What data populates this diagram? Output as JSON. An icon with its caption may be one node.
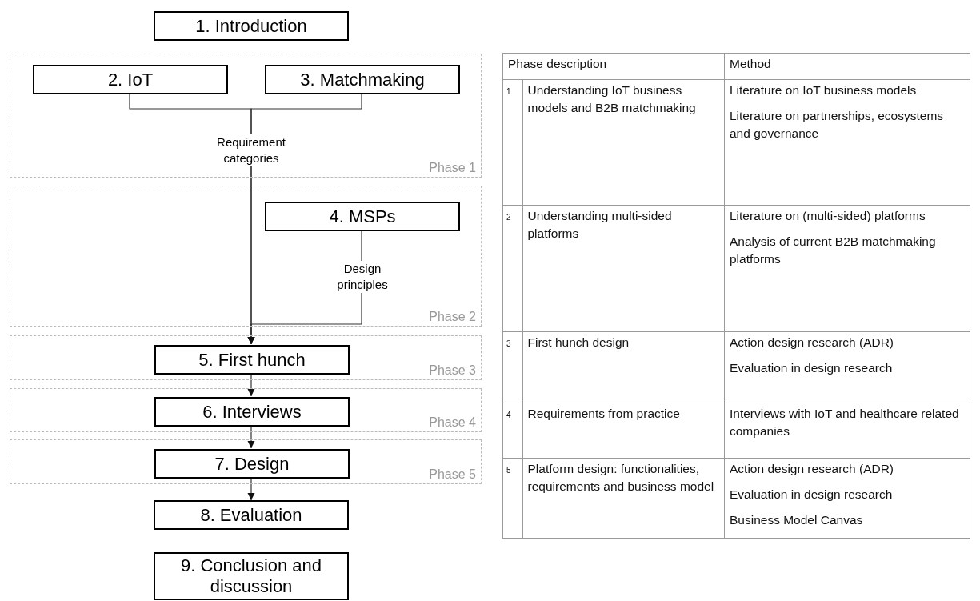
{
  "diagram": {
    "nodes": [
      {
        "text": [
          "1. Introduction"
        ]
      },
      {
        "text": [
          "Phase 1"
        ]
      },
      {
        "text": [
          "2. IoT"
        ],
        "in": 1
      },
      {
        "text": [
          "3. Matchmaking"
        ],
        "in": 1
      },
      {
        "text": [
          "Phase 2"
        ]
      },
      {
        "text": [
          "4. MSPs"
        ],
        "in": 4
      },
      {
        "text": [
          "Phase 3"
        ]
      },
      {
        "text": [
          "5. First hunch"
        ],
        "in": 6
      },
      {
        "text": [
          "Phase 4"
        ]
      },
      {
        "text": [
          "6. Interviews"
        ],
        "in": 8
      },
      {
        "text": [
          "Phase 5"
        ]
      },
      {
        "text": [
          "7. Design"
        ],
        "in": 10
      },
      {
        "text": [
          "8. Evaluation"
        ]
      },
      {
        "text": [
          "9. Conclusion and discussion"
        ]
      }
    ],
    "edges": [
      {
        "from": 2,
        "to": 7,
        "arrow": "to",
        "label": "Requirement categories"
      },
      {
        "from": 3,
        "to": 7,
        "arrow": "to"
      },
      {
        "from": 5,
        "to": 7,
        "arrow": "to",
        "label": "Design principles"
      },
      {
        "from": 7,
        "to": 9,
        "arrow": "to"
      },
      {
        "from": 9,
        "to": 11,
        "arrow": "to"
      },
      {
        "from": 11,
        "to": 12,
        "arrow": "to"
      }
    ],
    "labels": [
      "Phase description",
      "Method",
      "1",
      "Understanding IoT business models and B2B matchmaking",
      "Literature on IoT business models",
      "Literature on partnerships, ecosystems and governance",
      "2",
      "Understanding multi-sided platforms",
      "Literature on (multi-sided) platforms",
      "Analysis of current B2B matchmaking platforms",
      "3",
      "First hunch design",
      "Action design research (ADR)",
      "Evaluation in design research",
      "4",
      "Requirements from practice",
      "Interviews with IoT and healthcare related companies",
      "5",
      "Platform design: functionalities, requirements and business model",
      "Action design research (ADR)",
      "Evaluation in design research",
      "Business Model Canvas"
    ]
  }
}
